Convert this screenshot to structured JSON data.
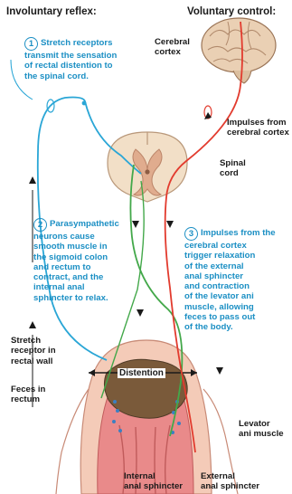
{
  "headers": {
    "left": "Involuntary reflex:",
    "right": "Voluntary control:"
  },
  "steps": [
    {
      "number": "1",
      "lines": [
        "Stretch receptors",
        "transmit the sensation",
        "of rectal distention to",
        "the spinal cord."
      ]
    },
    {
      "number": "2",
      "lines": [
        "Parasympathetic",
        "neurons cause",
        "smooth muscle in",
        "the sigmoid colon",
        "and rectum to",
        "contract, and the",
        "internal anal",
        "sphincter to relax."
      ]
    },
    {
      "number": "3",
      "lines": [
        "Impulses from the",
        "cerebral cortex",
        "trigger relaxation",
        "of the external",
        "anal sphincter",
        "and contraction",
        "of the levator ani",
        "muscle, allowing",
        "feces to pass out",
        "of the body."
      ]
    }
  ],
  "labels": {
    "cerebral_cortex": [
      "Cerebral",
      "cortex"
    ],
    "impulses": [
      "Impulses from",
      "cerebral cortex"
    ],
    "spinal_cord": [
      "Spinal",
      "cord"
    ],
    "distention": "Distention",
    "stretch_receptor": [
      "Stretch",
      "receptor in",
      "rectal wall"
    ],
    "feces": [
      "Feces in",
      "rectum"
    ],
    "levator": [
      "Levator",
      "ani muscle"
    ],
    "internal_sphincter": [
      "Internal",
      "anal sphincter"
    ],
    "external_sphincter": [
      "External",
      "anal sphincter"
    ]
  },
  "colors": {
    "sensory_nerve": "#2aa6d6",
    "parasympathetic_nerve": "#43a84a",
    "motor_nerve": "#e23b2e",
    "step_text": "#1b8fc4",
    "feces": "#7a5a3a",
    "mucosa": "#e98a8a"
  }
}
